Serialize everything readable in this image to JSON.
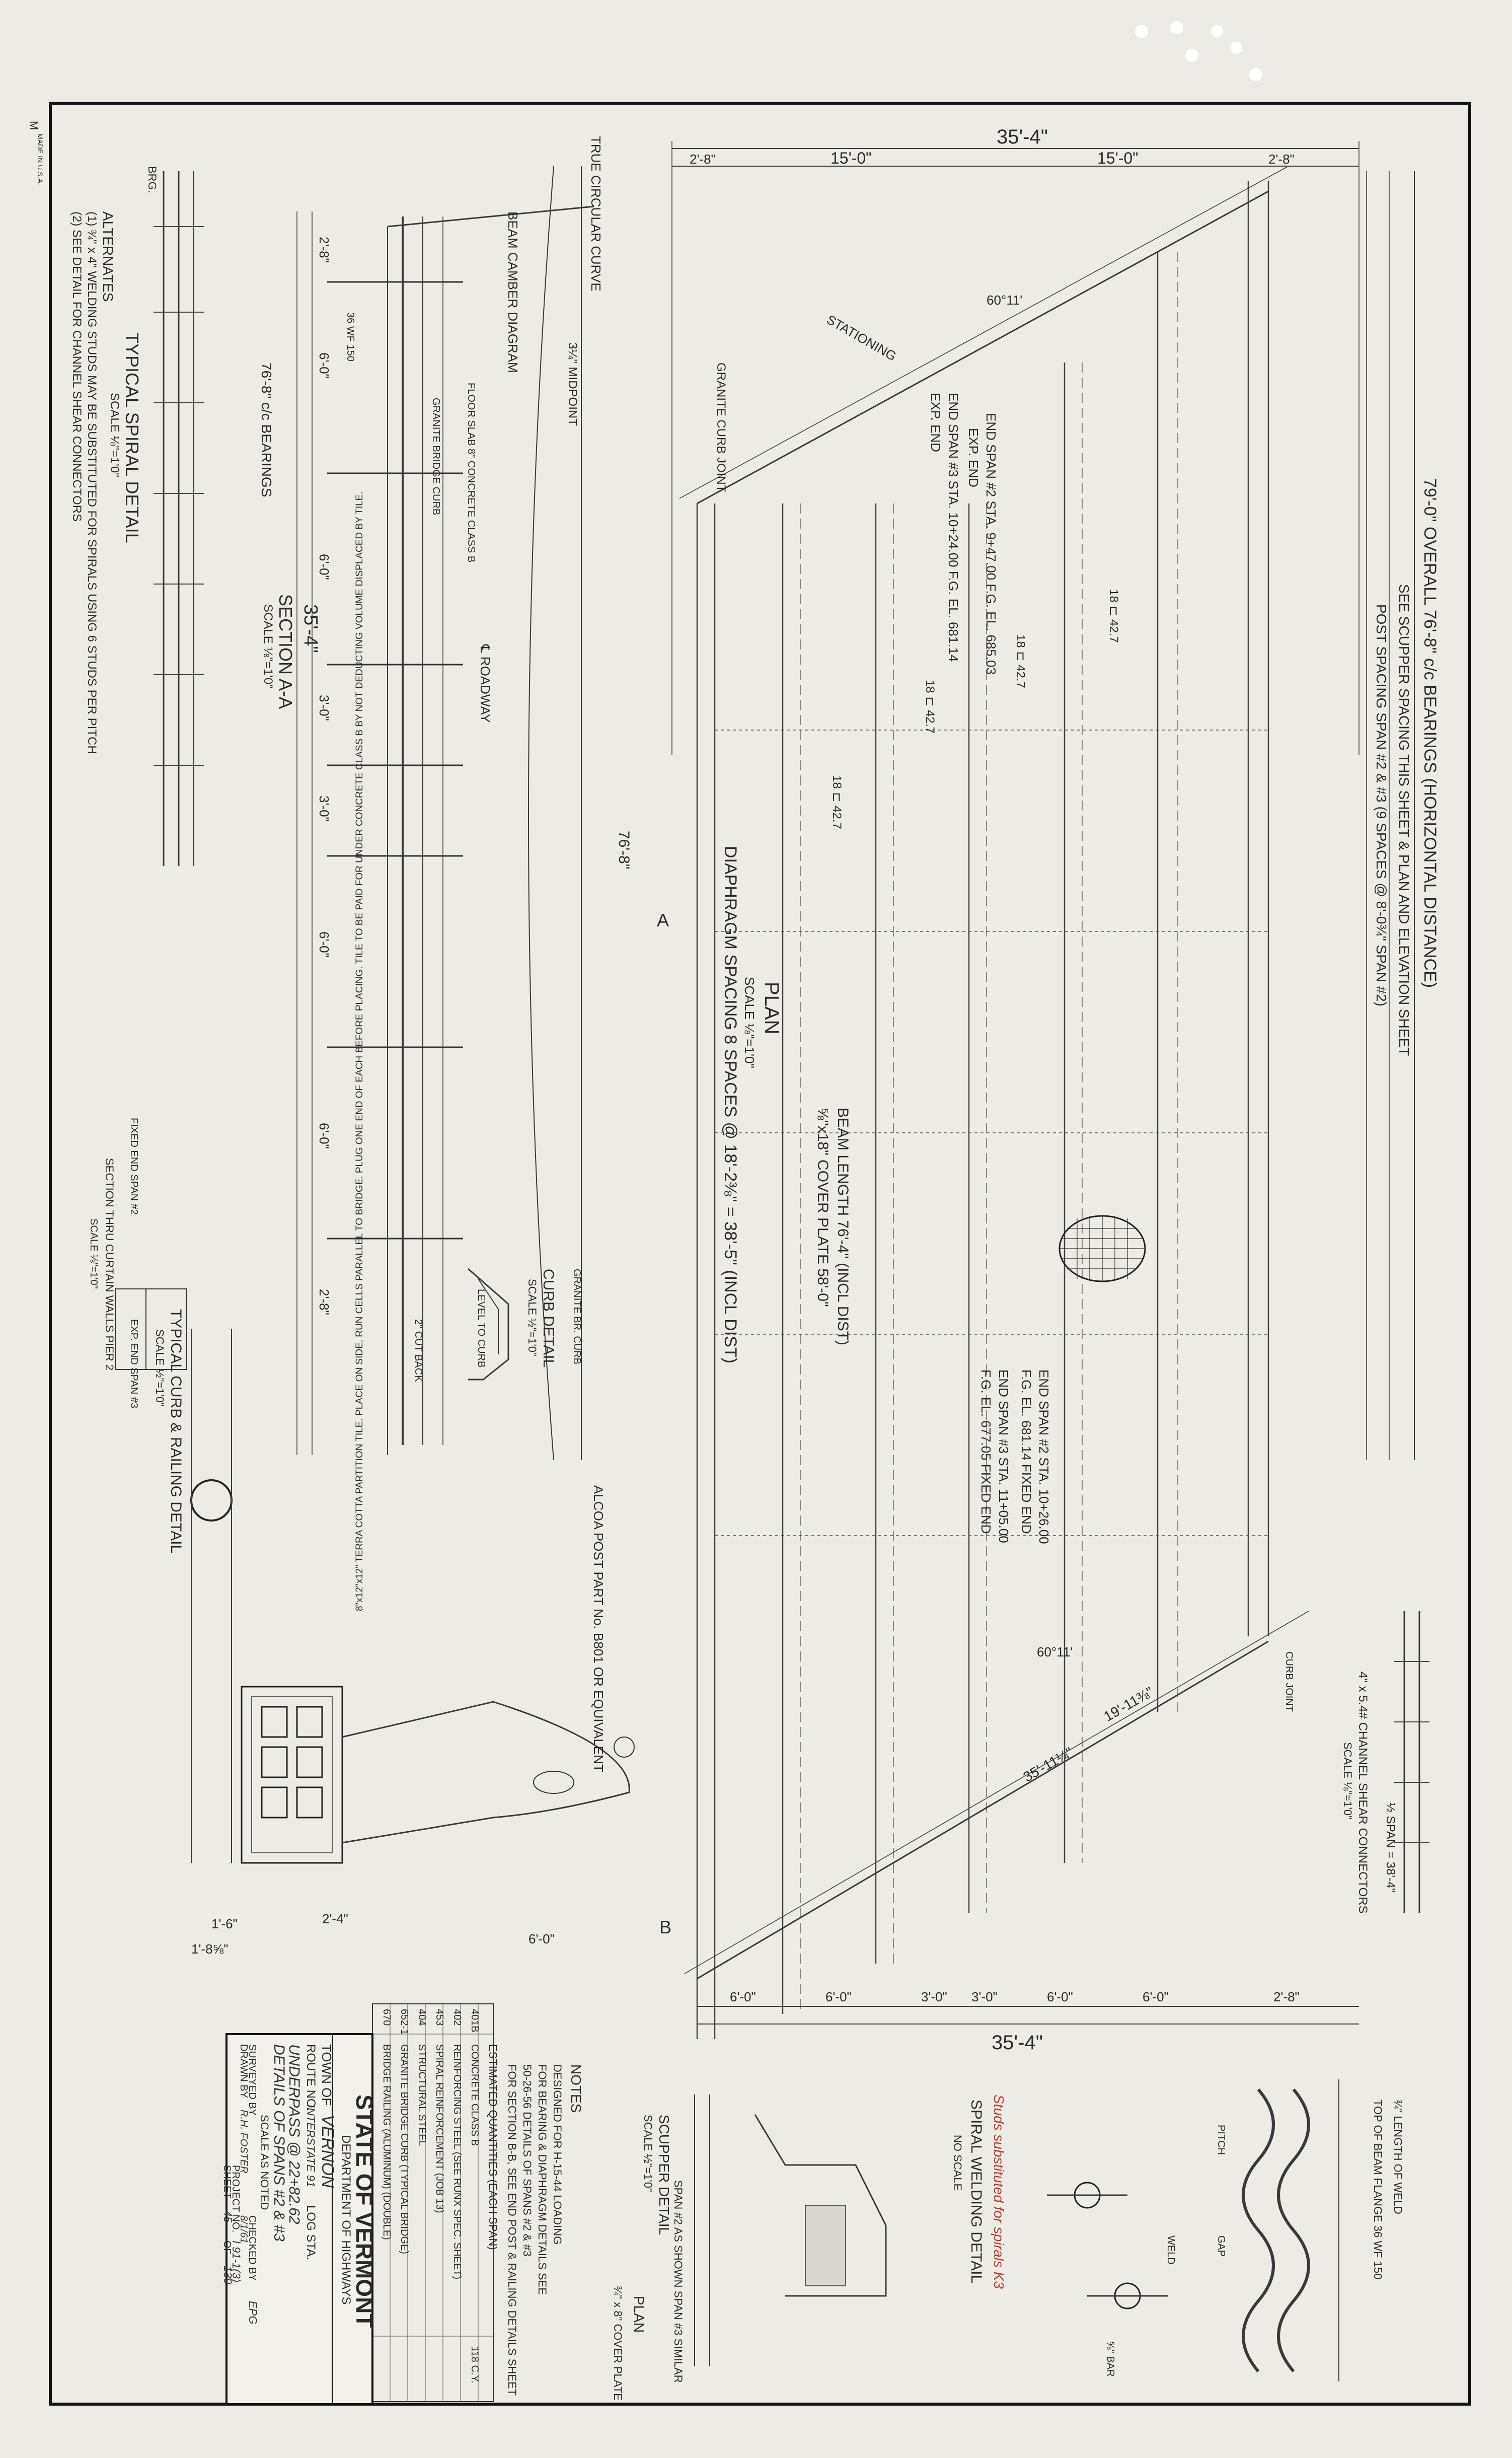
{
  "plan": {
    "overall_dim": "79'-0\" OVERALL   76'-8\" c/c BEARINGS (HORIZONTAL DISTANCE)",
    "scupper_note": "SEE SCUPPER SPACING THIS SHEET & PLAN AND ELEVATION SHEET",
    "post_spacing": "POST SPACING SPAN #2 & #3 (9 SPACES @ 8'-0¾\" SPAN #2)",
    "top_width": "35'-4\"",
    "seg_left": "15'-0\"",
    "seg_right": "15'-0\"",
    "seg_edge1": "2'-8\"",
    "seg_edge2": "2'-8\"",
    "stationing": "STATIONING",
    "granite_curb_joint": "GRANITE CURB JOINT",
    "end_span_left_a": "END SPAN #2 STA. 9+47.00 F.G. EL. 685.03",
    "end_span_left_b": "EXP. END",
    "end_span_left_c": "END SPAN #3 STA. 10+24.00 F.G. EL. 681.14",
    "end_span_left_d": "EXP. END",
    "end_span_right_a": "END SPAN #2 STA. 10+26.00",
    "end_span_right_b": "F.G. EL. 681.14 FIXED END",
    "end_span_right_c": "END SPAN #3 STA. 11+05.00",
    "end_span_right_d": "F.G. EL. 677.05 FIXED END",
    "angle_top": "60°11'",
    "angle_bottom": "60°11'",
    "dim_19_11": "19'-11⅜\"",
    "dim_35_11": "35'-11¼\"",
    "beam_length": "BEAM LENGTH 76'-4\" (INCL DIST)",
    "cover_plate": "⅝\"x18\" COVER PLATE 58'-0\"",
    "plan_title": "PLAN",
    "plan_scale": "SCALE ⅛\"=1'0\"",
    "diaphragm": "DIAPHRAGM SPACING 8 SPACES @ 18'-2⅜\" = 38'-5\" (INCL DIST)",
    "beam_labels": [
      "18 ⊏ 42.7",
      "18 ⊏ 42.7",
      "18 ⊏ 42.7",
      "18 ⊏ 42.7"
    ],
    "bottom_width": "35'-4\"",
    "bottom_segs": [
      "6'-0\"",
      "6'-0\"",
      "3'-0\"",
      "3'-0\"",
      "6'-0\"",
      "6'-0\"",
      "2'-8\""
    ],
    "section_a": "A",
    "section_b": "B",
    "curb_joint": "CURB JOINT"
  },
  "section_aa": {
    "title": "SECTION A-A",
    "scale": "SCALE ⅛\"=1'0\"",
    "width": "35'-4\"",
    "segs": [
      "2'-8\"",
      "6'-0\"",
      "6'-0\"",
      "3'-0\"",
      "3'-0\"",
      "6'-0\"",
      "6'-0\"",
      "2'-8\""
    ],
    "roadway": "℄ ROADWAY",
    "beam_label": "36 WF 150",
    "notes": [
      "FLOOR SLAB 8\" CONCRETE CLASS B",
      "GRANITE BRIDGE CURB",
      "LEVEL TO CURB",
      "2\" CUT BACK"
    ]
  },
  "camber": {
    "title": "BEAM CAMBER DIAGRAM",
    "curve": "TRUE CIRCULAR CURVE",
    "midpoint": "3¼\" MIDPOINT",
    "length": "76'-8\""
  },
  "spiral": {
    "title": "TYPICAL SPIRAL DETAIL",
    "scale": "SCALE ⅛\"=1'0\"",
    "alternates": "ALTERNATES",
    "alt1": "(1) ¾\" x 4\" WELDING STUDS MAY BE SUBSTITUTED FOR SPIRALS USING 6 STUDS PER PITCH",
    "alt2": "(2) SEE DETAIL FOR CHANNEL SHEAR CONNECTORS",
    "bearings": "76'-8\" c/c BEARINGS",
    "brg": "BRG."
  },
  "shear": {
    "title": "4\" x 5.4# CHANNEL SHEAR CONNECTORS",
    "scale": "SCALE ⅛\"=1'0\"",
    "span": "½ SPAN = 38'-4\""
  },
  "curb_detail": {
    "title": "CURB DETAIL",
    "scale": "SCALE ½\"=1'0\"",
    "granite": "GRANITE BR. CURB"
  },
  "railing": {
    "title": "TYPICAL CURB & RAILING DETAIL",
    "scale": "SCALE ½\"=1'0\"",
    "post": "ALCOA POST PART No. B801 OR EQUIVALENT",
    "tile": "8\"x12\"x12\" TERRA COTTA PARTITION TILE. PLACE ON SIDE, RUN CELLS PARALLEL TO BRIDGE. PLUG ONE END OF EACH BEFORE PLACING. TILE TO BE PAID FOR UNDER CONCRETE CLASS B BY NOT DEDUCTING VOLUME DISPLACED BY TILE.",
    "segs": [
      "1'-6\"",
      "2'-4\"",
      "1'-8⅝\"",
      "6'-0\""
    ]
  },
  "wall_section": {
    "title": "SECTION THRU CURTAIN WALLS PIER 2",
    "scale": "SCALE ⅛\"=1'0\"",
    "fixed": "FIXED END SPAN #2",
    "exp": "EXP. END SPAN #3"
  },
  "scupper": {
    "title": "SCUPPER DETAIL",
    "scale": "SCALE ½\"=1'0\"",
    "note": "SPAN #2 AS SHOWN SPAN #3 SIMILAR",
    "plan": "PLAN",
    "cover": "¾\" x 8\" COVER PLATE"
  },
  "weld": {
    "title": "SPIRAL WELDING DETAIL",
    "scale": "NO SCALE",
    "top_flange": "TOP OF BEAM FLANGE 36 WF 150",
    "length": "¾\" LENGTH OF WELD",
    "pitch": "PITCH",
    "gap": "GAP",
    "weld": "WELD",
    "bar": "⅝\" BAR",
    "red_note": "Studs substituted for spirals K3"
  },
  "notes": {
    "title": "NOTES",
    "lines": [
      "DESIGNED FOR H-15-44 LOADING",
      "FOR BEARING & DIAPHRAGM DETAILS SEE",
      "50-26-56 DETAILS OF SPANS #2 & #3",
      "FOR SECTION B-B, SEE END POST & RAILING DETAILS SHEET"
    ]
  },
  "quantities": {
    "title": "ESTIMATED QUANTITIES (EACH SPAN)",
    "items": [
      {
        "code": "401B",
        "desc": "CONCRETE CLASS B",
        "qty": "118 C.Y."
      },
      {
        "code": "402",
        "desc": "REINFORCING STEEL (SEE RUNX SPEC. SHEET)",
        "qty": ""
      },
      {
        "code": "453",
        "desc": "SPIRAL REINFORCEMENT (JOB 13)",
        "qty": ""
      },
      {
        "code": "404",
        "desc": "STRUCTURAL STEEL",
        "qty": ""
      },
      {
        "code": "652-1",
        "desc": "GRANITE BRIDGE CURB (TYPICAL BRIDGE)",
        "qty": ""
      },
      {
        "code": "670",
        "desc": "BRIDGE RAILING (ALUMINUM) (DOUBLE)",
        "qty": ""
      }
    ]
  },
  "title_block": {
    "state": "STATE OF VERMONT",
    "dept": "DEPARTMENT OF HIGHWAYS",
    "town_label": "TOWN OF",
    "town": "VERNON",
    "route_label": "ROUTE NO.",
    "route": "INTERSTATE 91",
    "log": "LOG STA.",
    "desc1": "UNDERPASS @ 22+82.62",
    "desc2": "DETAILS OF SPANS #2 & #3",
    "scale": "SCALE AS NOTED",
    "surveyed": "SURVEYED BY",
    "drawn": "DRAWN BY",
    "drawn_val": "R.H. FOSTER",
    "checked": "CHECKED BY",
    "checked_val": "EPG",
    "date": "8/1/61",
    "project_label": "PROJECT NO.",
    "project": "I 91-1(3)",
    "sheet_label": "SHEET",
    "sheet": "45",
    "of": "OF",
    "total": "130"
  },
  "margin": {
    "stamp": "MADE IN U.S.A.",
    "corner": "M"
  }
}
